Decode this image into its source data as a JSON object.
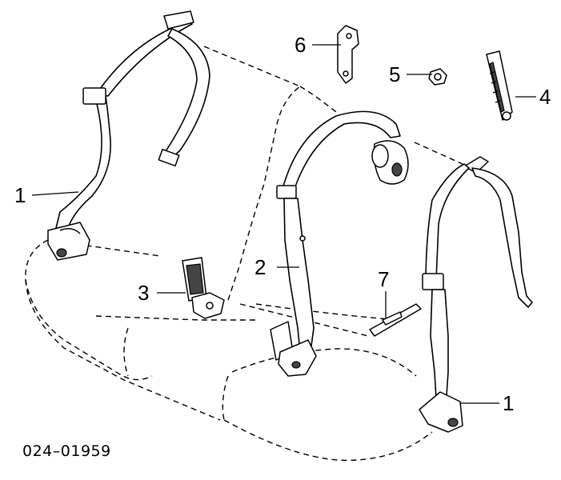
{
  "diagram": {
    "parts": [
      {
        "callout": "1"
      },
      {
        "callout": "2"
      },
      {
        "callout": "3"
      },
      {
        "callout": "4"
      },
      {
        "callout": "5"
      },
      {
        "callout": "6"
      },
      {
        "callout": "7"
      },
      {
        "callout": "1"
      }
    ],
    "figure_code": "024–01959"
  }
}
